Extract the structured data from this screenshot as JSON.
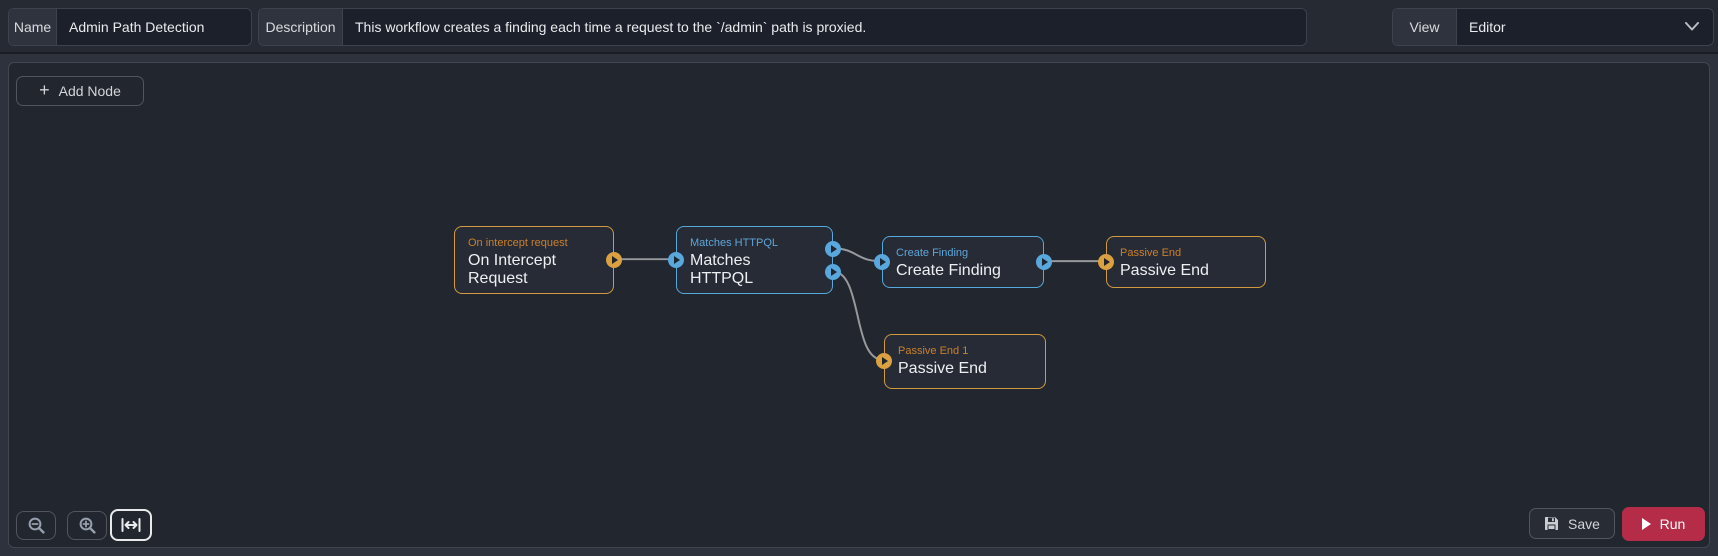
{
  "header": {
    "name_label": "Name",
    "name_value": "Admin Path Detection",
    "description_label": "Description",
    "description_value": "This workflow creates a finding each time a request to the `/admin` path is proxied.",
    "view_label": "View",
    "view_value": "Editor"
  },
  "toolbar": {
    "add_node_label": "Add Node"
  },
  "canvas": {
    "nodes": [
      {
        "caption": "On intercept request",
        "title": "On Intercept Request",
        "kind": "trigger",
        "color": "orange",
        "ports": [
          "output"
        ]
      },
      {
        "caption": "Matches HTTPQL",
        "title": "Matches HTTPQL",
        "kind": "condition",
        "color": "blue",
        "ports": [
          "input",
          "output-true",
          "output-false"
        ]
      },
      {
        "caption": "Create Finding",
        "title": "Create Finding",
        "kind": "action",
        "color": "blue",
        "ports": [
          "input",
          "output"
        ]
      },
      {
        "caption": "Passive End",
        "title": "Passive End",
        "kind": "end",
        "color": "orange",
        "ports": [
          "input"
        ]
      },
      {
        "caption": "Passive End 1",
        "title": "Passive End",
        "kind": "end",
        "color": "orange",
        "ports": [
          "input"
        ]
      }
    ],
    "edges": [
      {
        "from": "On Intercept Request.output",
        "to": "Matches HTTPQL.input"
      },
      {
        "from": "Matches HTTPQL.output-true",
        "to": "Create Finding.input"
      },
      {
        "from": "Create Finding.output",
        "to": "Passive End.input"
      },
      {
        "from": "Matches HTTPQL.output-false",
        "to": "Passive End 1.input"
      }
    ]
  },
  "footer": {
    "save_label": "Save",
    "run_label": "Run"
  },
  "icons": {
    "add_node": "plus-icon",
    "zoom_out": "magnifier-minus-icon",
    "zoom_in": "magnifier-plus-icon",
    "fit_view": "fit-width-icon",
    "view_dropdown": "chevron-down-icon",
    "save": "floppy-disk-icon",
    "run": "play-icon",
    "port": "play-circle-icon"
  },
  "colors": {
    "accent_orange": "#d19a41",
    "accent_blue": "#57a8dd",
    "run_red": "#b52c48",
    "edge_gray": "#97999c",
    "node_bg": "#272b35",
    "canvas_bg": "#22262e"
  }
}
